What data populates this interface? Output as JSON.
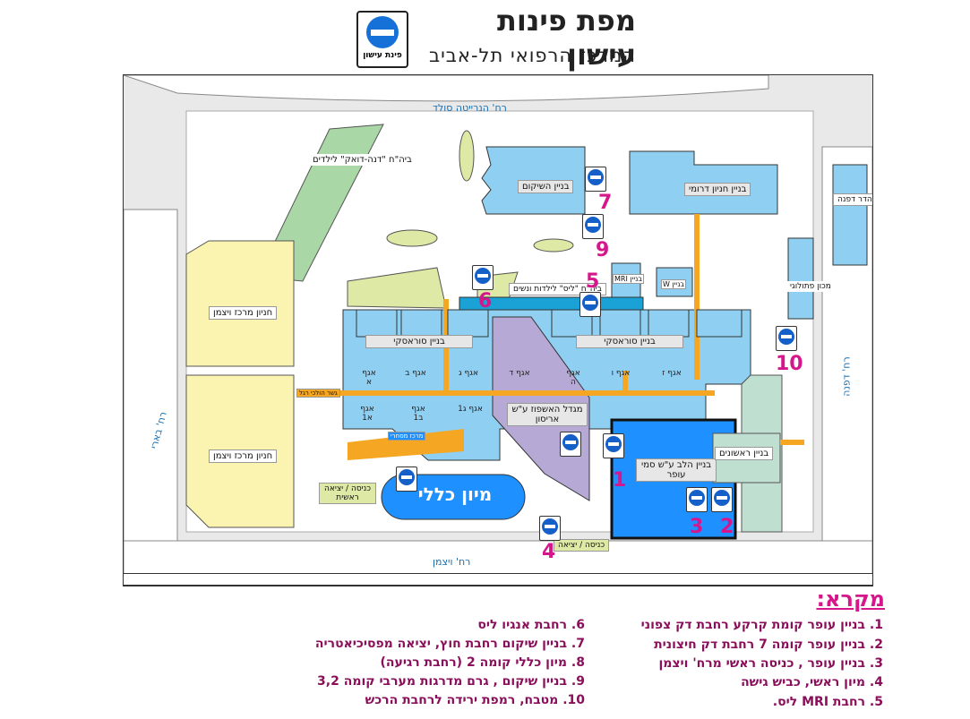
{
  "header": {
    "title": "מפת פינות עישון",
    "subtitle": "המרכז הרפואי תל-אביב",
    "badge_label": "פינת עישון"
  },
  "streets": {
    "north": "רח' הנרייטה סולד",
    "west": "רח' בארי",
    "south": "רח' ויצמן",
    "east": "רח' דפנה"
  },
  "buildings": {
    "dana": "ביה\"ח \"דנה-דואק\" לילדים",
    "rehab": "בניין השיקום",
    "south_parking": "בניין חניון דרומי",
    "hadar_dafna": "בניין הדר דפנה",
    "lis": "ביה\"ח \"ליס\" לילדות ונשים",
    "mri": "בניין MRI",
    "w": "בניין W",
    "pathology": "מכון פתולוגי",
    "weizmann_parking_1": "חניון מרכז ויצמן",
    "weizmann_parking_2": "חניון מרכז ויצמן",
    "sourasky_1": "בניין סוראסקי",
    "sourasky_2": "בניין סוראסקי",
    "arison": "מגדל האשפוז ע\"ש אריסון",
    "heart": "בניין הלב ע\"ש סמי עופר",
    "rishonim": "בניין ראשונים",
    "er": "מיון כללי",
    "main_entrance": "כניסה / יציאה ראשית",
    "entrance_exit": "כניסה / יציאה",
    "walk_bridge": "גשר הולכי רגל",
    "visitor_center": "מרכז מסחרי"
  },
  "wings": [
    {
      "label": "אגף א"
    },
    {
      "label": "אגף ב"
    },
    {
      "label": "אגף ג"
    },
    {
      "label": "אגף ד"
    },
    {
      "label": "אגף ה"
    },
    {
      "label": "אגף ו"
    },
    {
      "label": "אגף ז"
    },
    {
      "label": "אגף א1"
    },
    {
      "label": "אגף ב1"
    },
    {
      "label": "אגף ג1"
    }
  ],
  "markers": [
    "1",
    "2",
    "3",
    "4",
    "5",
    "6",
    "7",
    "9",
    "10"
  ],
  "legend": {
    "title": "מקרא:",
    "items": [
      "1. בניין עופר קומת קרקע רחבת דק צפוני",
      "2. בניין עופר קומה 7 רחבת דק חיצונית",
      "3. בניין עופר , כניסה ראשי מרח' ויצמן",
      "4. מיון ראשי, כביש גישה",
      "5. רחבת MRI ליס.",
      "6. רחבת אנגיו ליס",
      "7. בניין שיקום רחבת חוץ, יציאה מפסיכיאטריה",
      "8. מיון כללי קומה 2 (רחבת רגיעה)",
      "9. בניין שיקום , גרם מדרגות מערבי קומה 3,2",
      "10. מטבח, רמפת ירידה לרחבת הרכש"
    ]
  },
  "colors": {
    "building_blue": "#8fd0f2",
    "heart_blue": "#1e90ff",
    "parking_yellow": "#fbf3b0",
    "green_lawn": "#dde9a4",
    "path_orange": "#f5a623",
    "arison_purple": "#b7a9d6",
    "marker_pink": "#d6168b",
    "smoking_blue": "#1560c8"
  }
}
